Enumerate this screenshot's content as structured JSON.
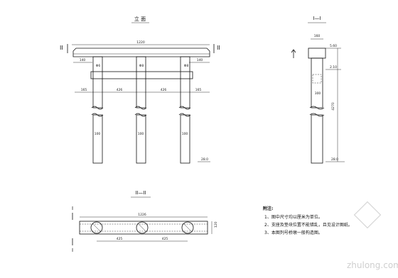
{
  "elevation": {
    "title": "立 面",
    "section_mark_left": "II",
    "section_mark_right": "II",
    "dim_total": "1220",
    "dim_overhang_left": "140",
    "dim_overhang_right": "140",
    "dim_col1": "Φ6",
    "dim_col2": "Φ8",
    "dim_col3": "Φ8",
    "dim_edge_left": "165",
    "dim_span1": "426",
    "dim_span2": "426",
    "dim_edge_right": "165",
    "dim_col_label1": "100",
    "dim_col_label2": "100",
    "dim_col_label3": "100",
    "base_elev": "28.0"
  },
  "section_1": {
    "title": "I—I",
    "dim_top": "160",
    "elev_1": "5.60",
    "elev_2": "2.10",
    "dim_mid": "300",
    "dim_height": "4270",
    "base_elev": "28.0"
  },
  "section_2": {
    "title": "II—II",
    "mark_top": "I",
    "mark_bottom": "I",
    "dim_total": "1226",
    "dim_span1": "425",
    "dim_span2": "425",
    "dim_width": "120"
  },
  "notes": {
    "heading": "附注:",
    "items": [
      "1、图中尺寸均以厘米为单位。",
      "2、支座及垫块位置不能错乱，且见设计图纸。",
      "3、本图列号桥墩一般构造图。"
    ]
  },
  "watermark": "zhulong.com"
}
